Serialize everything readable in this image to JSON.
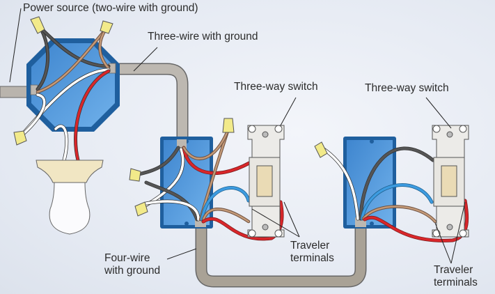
{
  "diagram": {
    "title": "Three-way switch wiring diagram",
    "labels": {
      "power_source": "Power source (two-wire with ground)",
      "three_wire": "Three-wire with ground",
      "switch_1": "Three-way switch",
      "switch_2": "Three-way switch",
      "four_wire_line1": "Four-wire",
      "four_wire_line2": "with ground",
      "traveler_1_line1": "Traveler",
      "traveler_1_line2": "terminals",
      "traveler_2_line1": "Traveler",
      "traveler_2_line2": "terminals"
    },
    "components": [
      "power-source-cable",
      "ceiling-junction-box",
      "light-fixture",
      "bulb",
      "switch-box-1",
      "three-way-switch-1",
      "four-wire-cable",
      "switch-box-2",
      "three-way-switch-2"
    ],
    "colors": {
      "box_blue": "#4a8fd4",
      "box_border": "#1f5f9e",
      "cable_gray": "#b9b4ad",
      "hot_black": "#4a4a4a",
      "neutral_white": "#ffffff",
      "traveler_red": "#d9262a",
      "traveler_blue": "#3d9be0",
      "ground_brown": "#c49a78",
      "wire_nut_yellow": "#f2ea8a"
    }
  }
}
